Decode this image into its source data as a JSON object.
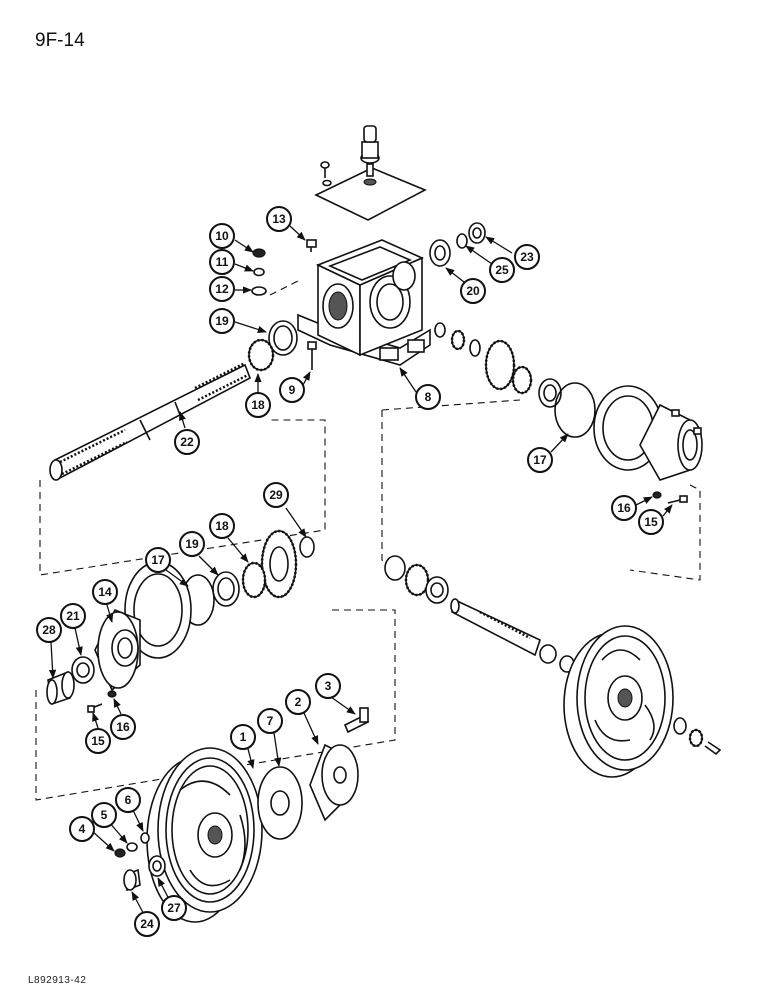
{
  "page_code": "9F-14",
  "figure_id": "L892913-42",
  "callouts": [
    "1",
    "2",
    "3",
    "4",
    "5",
    "6",
    "7",
    "8",
    "9",
    "10",
    "11",
    "12",
    "13",
    "14",
    "15",
    "16",
    "17",
    "18",
    "19",
    "20",
    "21",
    "22",
    "23",
    "24",
    "25",
    "27",
    "28",
    "29"
  ]
}
